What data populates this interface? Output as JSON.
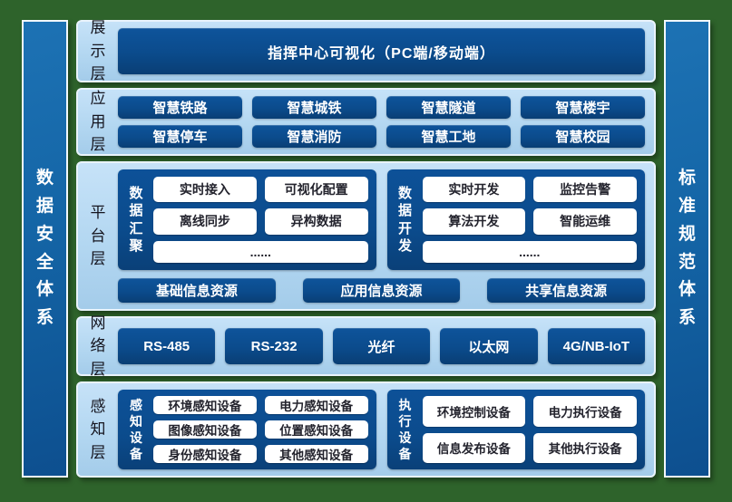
{
  "pillars": {
    "left": "数据安全体系",
    "right": "标准规范体系"
  },
  "layers": {
    "display": {
      "label": "展示层",
      "button": "指挥中心可视化（PC端/移动端）"
    },
    "application": {
      "label": "应用层",
      "buttons": [
        "智慧铁路",
        "智慧城铁",
        "智慧隧道",
        "智慧楼宇",
        "智慧停车",
        "智慧消防",
        "智慧工地",
        "智慧校园"
      ]
    },
    "platform": {
      "label": "平台层",
      "groups": [
        {
          "label": "数据汇聚",
          "items": [
            "实时接入",
            "可视化配置",
            "离线同步",
            "异构数据",
            "......"
          ]
        },
        {
          "label": "数据开发",
          "items": [
            "实时开发",
            "监控告警",
            "算法开发",
            "智能运维",
            "......"
          ]
        }
      ],
      "resources": [
        "基础信息资源",
        "应用信息资源",
        "共享信息资源"
      ]
    },
    "network": {
      "label": "网络层",
      "buttons": [
        "RS-485",
        "RS-232",
        "光纤",
        "以太网",
        "4G/NB-IoT"
      ]
    },
    "perception": {
      "label": "感知层",
      "groups": [
        {
          "label": "感知设备",
          "items": [
            "环境感知设备",
            "电力感知设备",
            "图像感知设备",
            "位置感知设备",
            "身份感知设备",
            "其他感知设备"
          ]
        },
        {
          "label": "执行设备",
          "items": [
            "环境控制设备",
            "电力执行设备",
            "信息发布设备",
            "其他执行设备"
          ]
        }
      ]
    }
  },
  "colors": {
    "background_green": "#2e632b",
    "panel_light_blue": "#b3d7f1",
    "node_dark_blue": "#0b4b8c",
    "pillar_blue": "#1465a6",
    "white_node_bg": "#ffffff",
    "white_node_text": "#23232d",
    "layer_label_text": "#15151f"
  }
}
